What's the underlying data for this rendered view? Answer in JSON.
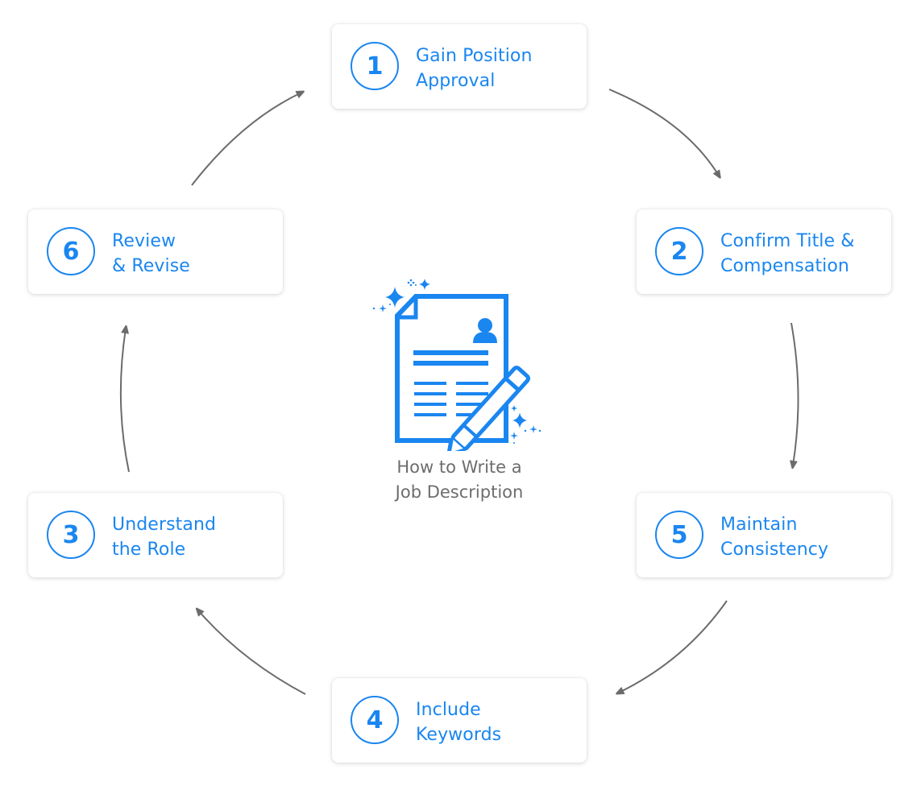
{
  "diagram": {
    "title": "How to Write a Job Description",
    "title_lines": [
      "How to Write a",
      "Job Description"
    ],
    "center_icon": "job-description-document-with-pencil-icon",
    "accent_color": "#1a86f0",
    "arrow_color": "#6b6b6e",
    "flow": "clockwise-cycle",
    "steps": [
      {
        "number": "1",
        "lines": [
          "Gain Position",
          "Approval"
        ]
      },
      {
        "number": "2",
        "lines": [
          "Confirm Title &",
          "Compensation"
        ]
      },
      {
        "number": "3",
        "lines": [
          "Understand",
          "the Role"
        ]
      },
      {
        "number": "4",
        "lines": [
          "Include",
          "Keywords"
        ]
      },
      {
        "number": "5",
        "lines": [
          "Maintain",
          "Consistency"
        ]
      },
      {
        "number": "6",
        "lines": [
          "Review",
          "& Revise"
        ]
      }
    ]
  }
}
